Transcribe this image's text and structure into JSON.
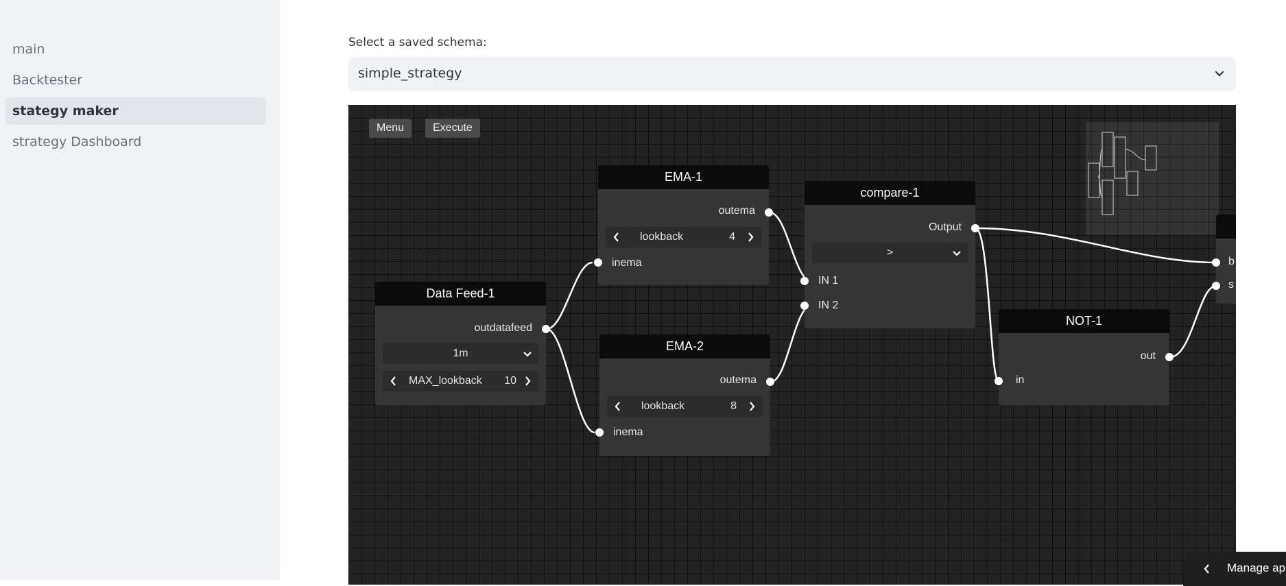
{
  "sidebar": {
    "items": [
      {
        "label": "main"
      },
      {
        "label": "Backtester"
      },
      {
        "label": "stategy maker",
        "active": true
      },
      {
        "label": "strategy Dashboard"
      }
    ]
  },
  "schema": {
    "label": "Select a saved schema:",
    "selected": "simple_strategy"
  },
  "editor": {
    "menu_label": "Menu",
    "execute_label": "Execute",
    "nodes": {
      "datafeed": {
        "title": "Data Feed-1",
        "output": "outdatafeed",
        "interval": "1m",
        "param_name": "MAX_lookback",
        "param_value": "10"
      },
      "ema1": {
        "title": "EMA-1",
        "output": "outema",
        "param_name": "lookback",
        "param_value": "4",
        "input": "inema"
      },
      "ema2": {
        "title": "EMA-2",
        "output": "outema",
        "param_name": "lookback",
        "param_value": "8",
        "input": "inema"
      },
      "compare": {
        "title": "compare-1",
        "output": "Output",
        "operator": ">",
        "input1": "IN 1",
        "input2": "IN 2"
      },
      "not": {
        "title": "NOT-1",
        "output": "out",
        "input": "in"
      },
      "partial": {
        "input1": "b",
        "input2": "s"
      }
    }
  },
  "manage_app": {
    "label": "Manage app"
  },
  "colors": {
    "sidebar_bg": "#f0f2f6",
    "canvas_bg": "#232323",
    "node_bg": "#353535",
    "node_title_bg": "#0b0b0b"
  }
}
